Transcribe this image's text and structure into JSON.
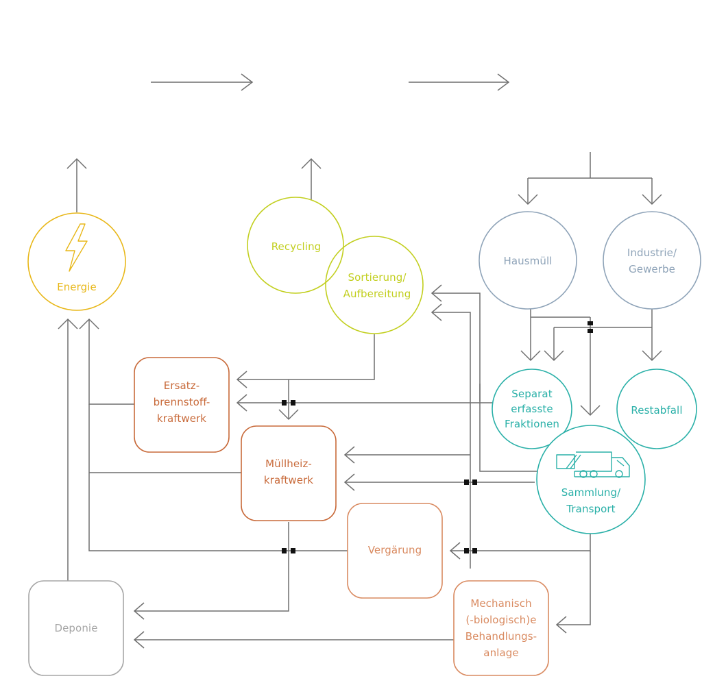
{
  "colors": {
    "line": "#6f6f6f",
    "energy": "#e8b718",
    "recycling": "#c2cf1f",
    "source": "#8ea3b8",
    "collection": "#2ab0a8",
    "plant": "#c86a3a",
    "plant_light": "#d98a60",
    "landfill": "#a6a6a6"
  },
  "nodes": {
    "energie": {
      "label": "Energie",
      "icon": "lightning-icon"
    },
    "recycling": {
      "label": "Recycling"
    },
    "sortierung": {
      "line1": "Sortierung/",
      "line2": "Aufbereitung"
    },
    "hausmuell": {
      "label": "Hausmüll"
    },
    "industrie": {
      "line1": "Industrie/",
      "line2": "Gewerbe"
    },
    "separat": {
      "line1": "Separat",
      "line2": "erfasste",
      "line3": "Fraktionen"
    },
    "restabfall": {
      "label": "Restabfall"
    },
    "sammlung": {
      "line1": "Sammlung/",
      "line2": "Transport",
      "icon": "garbage-truck-icon"
    },
    "ersatz": {
      "line1": "Ersatz-",
      "line2": "brennstoff-",
      "line3": "kraftwerk"
    },
    "muellheiz": {
      "line1": "Müllheiz-",
      "line2": "kraftwerk"
    },
    "vergaerung": {
      "label": "Vergärung"
    },
    "deponie": {
      "label": "Deponie"
    },
    "mba": {
      "line1": "Mechanisch",
      "line2": "(-biologisch)e",
      "line3": "Behandlungs-",
      "line4": "anlage"
    }
  }
}
